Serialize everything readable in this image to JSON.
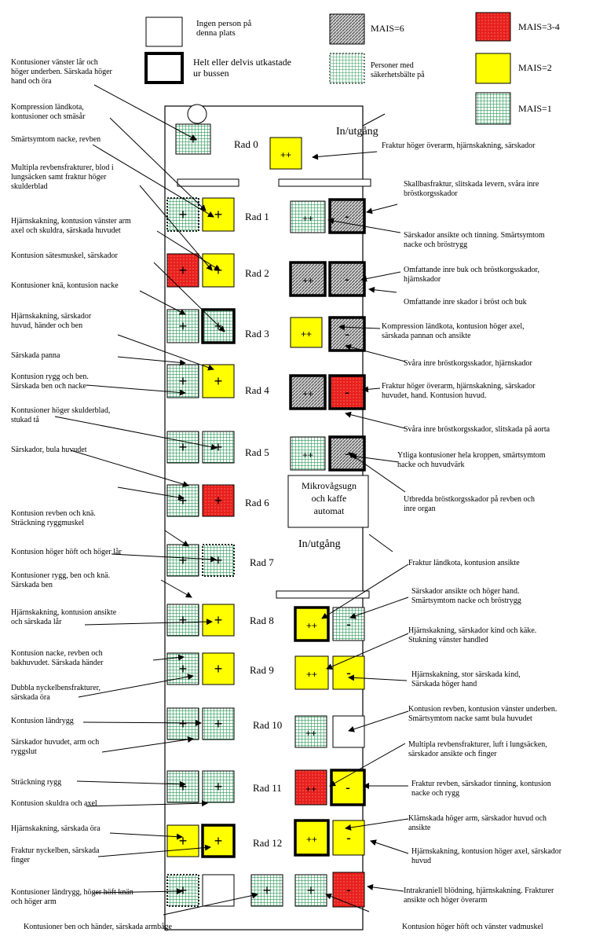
{
  "legend": {
    "empty": "Ingen person på\ndenna plats",
    "thrown": "Helt eller delvis utkastade\nur bussen",
    "mais6": "MAIS=6",
    "belt": "Personer med\nsäkerhetsbälte på",
    "mais34": "MAIS=3-4",
    "mais2": "MAIS=2",
    "mais1": "MAIS=1"
  },
  "bus": {
    "entrance_top": "In/utgång",
    "entrance_mid": "In/utgång",
    "microwave": "Mikrovågsugn\noch kaffe\nautomat"
  },
  "rows": [
    "Rad 0",
    "Rad 1",
    "Rad 2",
    "Rad 3",
    "Rad 4",
    "Rad 5",
    "Rad 6",
    "Rad 7",
    "Rad 8",
    "Rad 9",
    "Rad 10",
    "Rad 11",
    "Rad 12"
  ],
  "seats": [
    {
      "key": "r0a",
      "fill": "green",
      "sym": "+"
    },
    {
      "key": "r0d",
      "fill": "yellow",
      "sym": "++"
    },
    {
      "key": "r1a",
      "fill": "green",
      "sym": "+",
      "belt": true
    },
    {
      "key": "r1b",
      "fill": "yellow",
      "sym": "+"
    },
    {
      "key": "r1c",
      "fill": "green",
      "sym": "++"
    },
    {
      "key": "r1d",
      "fill": "grey",
      "sym": "-",
      "thick": true
    },
    {
      "key": "r2a",
      "fill": "red",
      "sym": "+"
    },
    {
      "key": "r2b",
      "fill": "yellow",
      "sym": "+"
    },
    {
      "key": "r2c",
      "fill": "grey",
      "sym": "++",
      "thick": true
    },
    {
      "key": "r2d",
      "fill": "grey",
      "sym": "-",
      "thick": true
    },
    {
      "key": "r3a",
      "fill": "green",
      "sym": "+"
    },
    {
      "key": "r3b",
      "fill": "green",
      "sym": "+",
      "thick": true
    },
    {
      "key": "r3c",
      "fill": "yellow",
      "sym": "++"
    },
    {
      "key": "r3d",
      "fill": "grey",
      "sym": "-",
      "thick": true
    },
    {
      "key": "r4a",
      "fill": "green",
      "sym": "+"
    },
    {
      "key": "r4b",
      "fill": "yellow",
      "sym": "+"
    },
    {
      "key": "r4c",
      "fill": "grey",
      "sym": "++",
      "thick": true
    },
    {
      "key": "r4d",
      "fill": "red",
      "sym": "-",
      "thick": true
    },
    {
      "key": "r5a",
      "fill": "green",
      "sym": "+"
    },
    {
      "key": "r5b",
      "fill": "green",
      "sym": "+"
    },
    {
      "key": "r5c",
      "fill": "green",
      "sym": "++"
    },
    {
      "key": "r5d",
      "fill": "grey",
      "sym": "-",
      "thick": true
    },
    {
      "key": "r6a",
      "fill": "green",
      "sym": "+"
    },
    {
      "key": "r6b",
      "fill": "red",
      "sym": "+"
    },
    {
      "key": "r7a",
      "fill": "green",
      "sym": "+"
    },
    {
      "key": "r7b",
      "fill": "green",
      "sym": "+",
      "belt": true
    },
    {
      "key": "r8a",
      "fill": "green",
      "sym": "+"
    },
    {
      "key": "r8b",
      "fill": "yellow",
      "sym": "+"
    },
    {
      "key": "r8c",
      "fill": "yellow",
      "sym": "++",
      "thick": true
    },
    {
      "key": "r8d",
      "fill": "green",
      "sym": "-"
    },
    {
      "key": "r9a",
      "fill": "green",
      "sym": "+"
    },
    {
      "key": "r9b",
      "fill": "yellow",
      "sym": "+"
    },
    {
      "key": "r9c",
      "fill": "yellow",
      "sym": "++"
    },
    {
      "key": "r9d",
      "fill": "yellow",
      "sym": "-"
    },
    {
      "key": "r10a",
      "fill": "green",
      "sym": "+"
    },
    {
      "key": "r10b",
      "fill": "green",
      "sym": "+"
    },
    {
      "key": "r10c",
      "fill": "green",
      "sym": "++"
    },
    {
      "key": "r10d",
      "fill": "white",
      "sym": ""
    },
    {
      "key": "r11a",
      "fill": "green",
      "sym": "+"
    },
    {
      "key": "r11b",
      "fill": "green",
      "sym": "+"
    },
    {
      "key": "r11c",
      "fill": "red",
      "sym": "++"
    },
    {
      "key": "r11d",
      "fill": "yellow",
      "sym": "-",
      "thick": true
    },
    {
      "key": "r12a",
      "fill": "yellow",
      "sym": "+"
    },
    {
      "key": "r12b",
      "fill": "yellow",
      "sym": "+",
      "thick": true
    },
    {
      "key": "r12c",
      "fill": "yellow",
      "sym": "++",
      "thick": true
    },
    {
      "key": "r12d",
      "fill": "yellow",
      "sym": "-"
    },
    {
      "key": "r13a",
      "fill": "green",
      "sym": "+",
      "belt": true
    },
    {
      "key": "r13b",
      "fill": "white",
      "sym": ""
    },
    {
      "key": "r13c",
      "fill": "green",
      "sym": "+"
    },
    {
      "key": "r13d",
      "fill": "green",
      "sym": "+"
    },
    {
      "key": "r13e",
      "fill": "red",
      "sym": "-"
    }
  ],
  "annotations": [
    "Kontusioner vänster lår och\nhöger underben. Särskada höger\nhand och öra",
    "Kompression ländkota,\nkontusioner och smäsår",
    "Smärtsymtom nacke, revben",
    "Multipla revbensfrakturer, blod i\nlungsäcken samt fraktur höger\nskulderblad",
    "Hjärnskakning, kontusion vänster arm\naxel och skuldra, särskada huvudet",
    "Kontusion sätesmuskel, särskador",
    "Kontusioner knä, kontusion nacke",
    "Hjärnskakning, särskador\nhuvud, händer och ben",
    "Särskada panna",
    "Kontusion rygg och ben.\nSärskada ben och nacke",
    "Kontusioner höger skulderblad,\nstukad tå",
    "Särskador, bula huvudet",
    "Kontusion revben och knä.\nSträckning ryggmuskel",
    "Kontusion höger höft och höger lår",
    "Kontusioner rygg, ben och knä.\nSärskada ben",
    "Hjärnskakning, kontusion ansikte\noch särskada lår",
    "Kontusion nacke, revben och\nbakhuvudet. Särskada händer",
    "Dubbla nyckelbensfrakturer,\nsärskada öra",
    "Kontusion ländrygg",
    "Särskador huvudet, arm och\nryggslut",
    "Sträckning rygg",
    "Kontusion skuldra och axel",
    "Hjärnskakning, särskada öra",
    "Fraktur nyckelben, särskada\nfinger",
    "Kontusioner ländrygg, höger höft knän\noch höger arm",
    "Kontusioner ben och händer, särskada armbåge",
    "Fraktur höger överarm, hjärnskakning, särskador",
    "Skallbasfraktur, slitskada levern, svåra inre\nbröstkorgsskador",
    "Särskador ansikte och tinning. Smärtsymtom\nnacke och bröstrygg",
    "Omfattande inre buk och bröstkorgsskador,\nhjärnskador",
    "Omfattande inre skador i bröst och buk",
    "Kompression ländkota, kontusion höger axel,\nsärskada pannan och ansikte",
    "Svåra inre bröstkorgsskador, hjärnskador",
    "Fraktur höger överarm, hjärnskakning, särskador\nhuvudet, hand. Kontusion huvud.",
    "Svåra inre bröstkorgsskador, slitskada på aorta",
    "Ytliga kontusioner hela kroppen, smärtsymtom\nnacke och huvudvärk",
    "Utbredda bröstkorgsskador på revben och\ninre organ",
    "Fraktur ländkota, kontusion ansikte",
    "Särskador ansikte och höger hand.\nSmärtsymtom nacke och bröstrygg",
    "Hjärnskakning, särskador kind och käke.\nStukning vänster handled",
    "Hjärnskakning, stor särskada kind,\nSärskada höger hand",
    "Kontusion revben, kontusion vänster underben.\nSmärtsymtom nacke samt bula huvudet",
    "Multipla revbensfrakturer, luft i lungsäcken,\nsärskador ansikte och finger",
    "Fraktur revben, särskador tinning, kontusion\nnacke och rygg",
    "Klämskada höger arm, särskador huvud och\nansikte",
    "Hjärnskakning, kontusion höger axel, särskador\nhuvud",
    "Intrakraniell blödning, hjärnskakning. Frakturer\nansikte och höger överarm",
    "Kontusion höger höft och vänster vadmuskel"
  ],
  "colors": {
    "red": "#e8201c",
    "yellow": "#ffff00",
    "green": "#2e9a5a",
    "grey": "#6e6e6e"
  }
}
